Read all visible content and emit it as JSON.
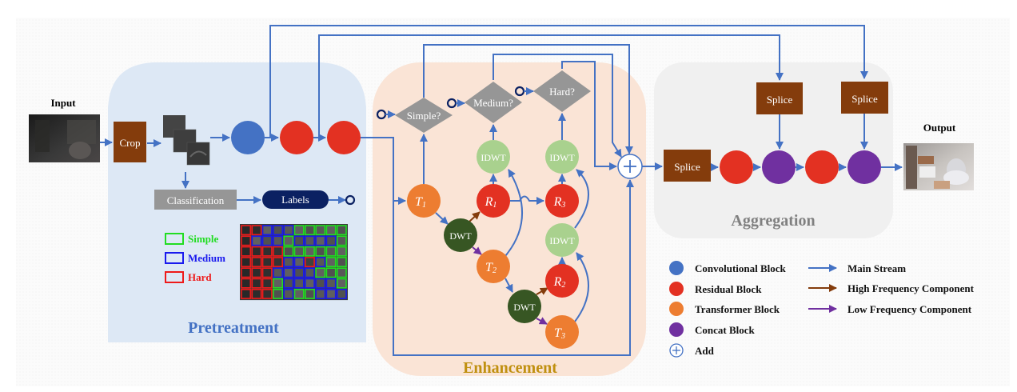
{
  "colors": {
    "main_stream": "#4472c4",
    "high_freq": "#843c0c",
    "low_freq": "#7030a0",
    "conv": "#4472c4",
    "residual": "#e33122",
    "transformer": "#ed7d31",
    "concat": "#7030a0",
    "dwt": "#375623",
    "idwt": "#a9d18e",
    "splice": "#843c0c",
    "decision": "#969696",
    "classification": "#969696",
    "labels": "#0b2162",
    "pretreatment_panel": "#dde8f5",
    "enhancement_panel": "#fae4d6",
    "aggregation_panel": "#f0f0f0",
    "pretreatment_title": "#4472c4",
    "enhancement_title": "#c09010",
    "aggregation_title": "#808080",
    "simple": "#22dd22",
    "medium": "#1a1aee",
    "hard": "#ee1a1a"
  },
  "input": {
    "label": "Input"
  },
  "output": {
    "label": "Output"
  },
  "pretreatment": {
    "title": "Pretreatment",
    "crop_label": "Crop",
    "classification_label": "Classification",
    "labels_label": "Labels",
    "legend": [
      {
        "key": "simple",
        "label": "Simple"
      },
      {
        "key": "medium",
        "label": "Medium"
      },
      {
        "key": "hard",
        "label": "Hard"
      }
    ],
    "grid": [
      "RRBBBGGGGG",
      "RBBBGBBBBG",
      "RRRRGGGGGG",
      "RRRRBBRBGG",
      "RRRBBBBGGG",
      "RRRGBBBBBG",
      "RRRGBGGBBB"
    ]
  },
  "enhancement": {
    "title": "Enhancement",
    "decisions": [
      "Simple?",
      "Medium?",
      "Hard?"
    ],
    "t1": {
      "letter": "T",
      "sub": "1"
    },
    "t2": {
      "letter": "T",
      "sub": "2"
    },
    "t3": {
      "letter": "T",
      "sub": "3"
    },
    "r1": {
      "letter": "R",
      "sub": "1"
    },
    "r2": {
      "letter": "R",
      "sub": "2"
    },
    "r3": {
      "letter": "R",
      "sub": "3"
    },
    "dwt_label": "DWT",
    "idwt_label": "IDWT",
    "add_symbol": "+"
  },
  "aggregation": {
    "title": "Aggregation",
    "splice_label": "Splice"
  },
  "legend": {
    "blocks": [
      {
        "key": "conv",
        "label": "Convolutional Block"
      },
      {
        "key": "residual",
        "label": "Residual Block"
      },
      {
        "key": "transformer",
        "label": "Transformer Block"
      },
      {
        "key": "concat",
        "label": "Concat Block"
      },
      {
        "key": "add",
        "label": "Add"
      }
    ],
    "arrows": [
      {
        "key": "main_stream",
        "label": "Main Stream"
      },
      {
        "key": "high_freq",
        "label": "High Frequency Component"
      },
      {
        "key": "low_freq",
        "label": "Low Frequency Component"
      }
    ]
  }
}
